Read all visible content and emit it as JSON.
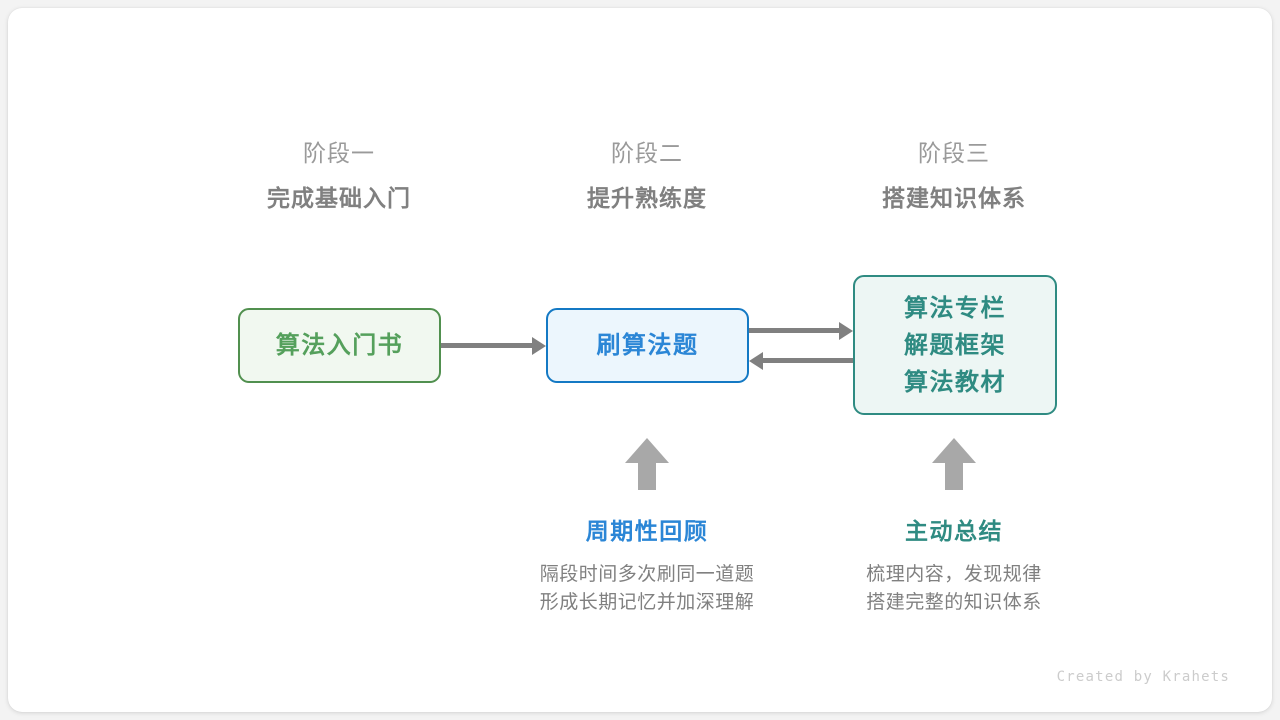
{
  "stages": [
    {
      "number": "阶段一",
      "title": "完成基础入门"
    },
    {
      "number": "阶段二",
      "title": "提升熟练度"
    },
    {
      "number": "阶段三",
      "title": "搭建知识体系"
    }
  ],
  "nodes": {
    "book": {
      "lines": [
        "算法入门书"
      ],
      "color": "#55a05c",
      "border": "#51904f",
      "fill": "#f1f8f0"
    },
    "practice": {
      "lines": [
        "刷算法题"
      ],
      "color": "#2b86d6",
      "border": "#1479c4",
      "fill": "#ecf6fd"
    },
    "resources": {
      "lines": [
        "算法专栏",
        "解题框架",
        "算法教材"
      ],
      "color": "#2f8b82",
      "border": "#2f8b82",
      "fill": "#edf6f4"
    }
  },
  "annotations": [
    {
      "title": "周期性回顾",
      "desc_line1": "隔段时间多次刷同一道题",
      "desc_line2": "形成长期记忆并加深理解",
      "color": "#2b86d6"
    },
    {
      "title": "主动总结",
      "desc_line1": "梳理内容，发现规律",
      "desc_line2": "搭建完整的知识体系",
      "color": "#2f8b82"
    }
  ],
  "credit": "Created by Krahets"
}
